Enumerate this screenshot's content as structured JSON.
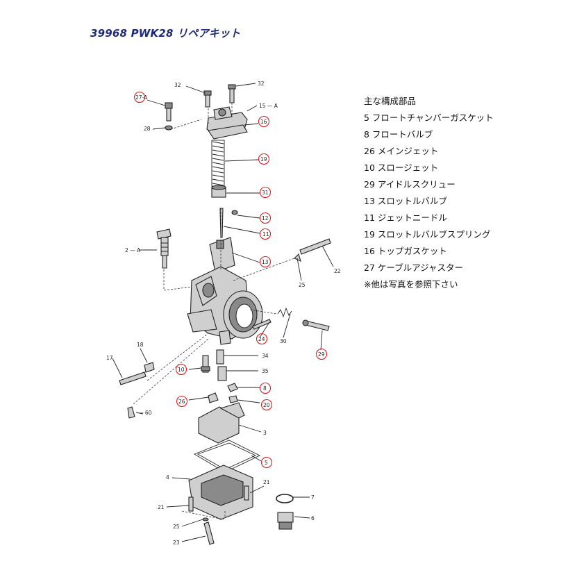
{
  "title": "39968 PWK28 リペアキット",
  "parts_list": {
    "heading": "主な構成部品",
    "items": [
      "5  フロートチャンバーガスケット",
      "8  フロートバルブ",
      "26  メインジェット",
      "10  スロージェット",
      "29  アイドルスクリュー",
      "13  スロットルバルブ",
      "11  ジェットニードル",
      "19  スロットルバルブスプリング",
      "16 トップガスケット",
      "27  ケーブルアジャスター"
    ],
    "note": "※他は写真を参照下さい"
  },
  "callouts": {
    "circled": [
      "27-A",
      "16",
      "19",
      "31",
      "12",
      "11",
      "13",
      "24",
      "29",
      "10",
      "8",
      "26",
      "20",
      "5"
    ],
    "plain": [
      "32",
      "32",
      "15 — A",
      "28",
      "2 — A",
      "22",
      "25",
      "30",
      "18",
      "17",
      "34",
      "35",
      "— 60",
      "3",
      "4",
      "21",
      "21",
      "7",
      "6",
      "25",
      "23"
    ]
  },
  "colors": {
    "title": "#1f2a7a",
    "callout_circle": "#e02020",
    "line": "#222222"
  }
}
